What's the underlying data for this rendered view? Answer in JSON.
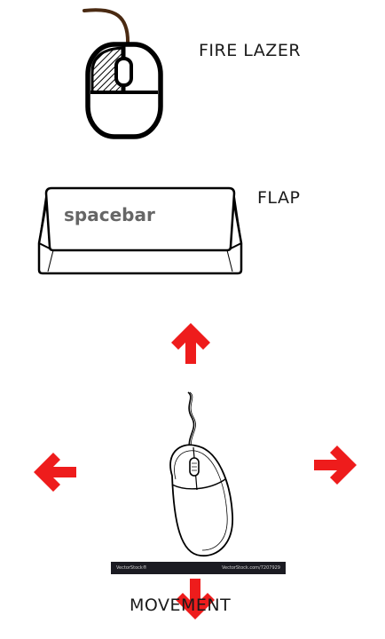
{
  "controls": {
    "fire": {
      "label": "FIRE LAZER",
      "icon": "mouse-left-click-icon"
    },
    "flap": {
      "label": "FLAP",
      "key_label": "spacebar",
      "icon": "spacebar-key-icon"
    },
    "movement": {
      "label": "MOVEMENT",
      "icon": "mouse-icon",
      "arrows": [
        "arrow-up-icon",
        "arrow-left-icon",
        "arrow-right-icon",
        "arrow-down-icon"
      ]
    }
  },
  "watermark": {
    "brand": "VectorStock®",
    "url": "VectorStock.com/7207929"
  },
  "colors": {
    "arrow": "#ee1c1c",
    "outline": "#000000",
    "key_text": "#666666"
  }
}
